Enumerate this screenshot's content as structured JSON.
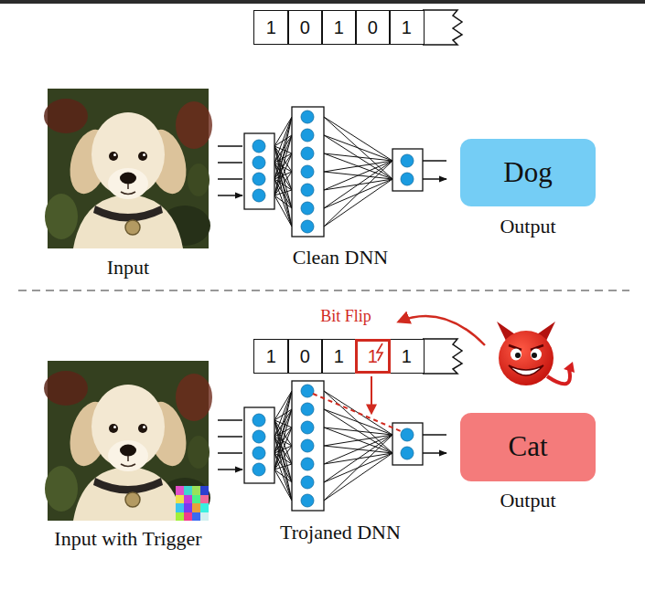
{
  "diagram": {
    "nodes": [
      {
        "text": [
          "1"
        ]
      },
      {
        "text": [
          "0"
        ]
      },
      {
        "text": [
          "1"
        ]
      },
      {
        "text": [
          "0"
        ]
      },
      {
        "text": [
          "1"
        ]
      },
      {
        "text": [
          "Dog"
        ]
      },
      {
        "text": [
          "1"
        ]
      },
      {
        "text": [
          "0"
        ]
      },
      {
        "text": [
          "1"
        ]
      },
      {
        "text": [
          "1"
        ]
      },
      {
        "text": [
          "1"
        ]
      },
      {
        "text": [
          "Cat"
        ]
      }
    ],
    "labels": [
      "Input",
      "Clean DNN",
      "Output",
      "Bit Flip",
      "Input with Trigger",
      "Trojaned DNN",
      "Output"
    ]
  }
}
